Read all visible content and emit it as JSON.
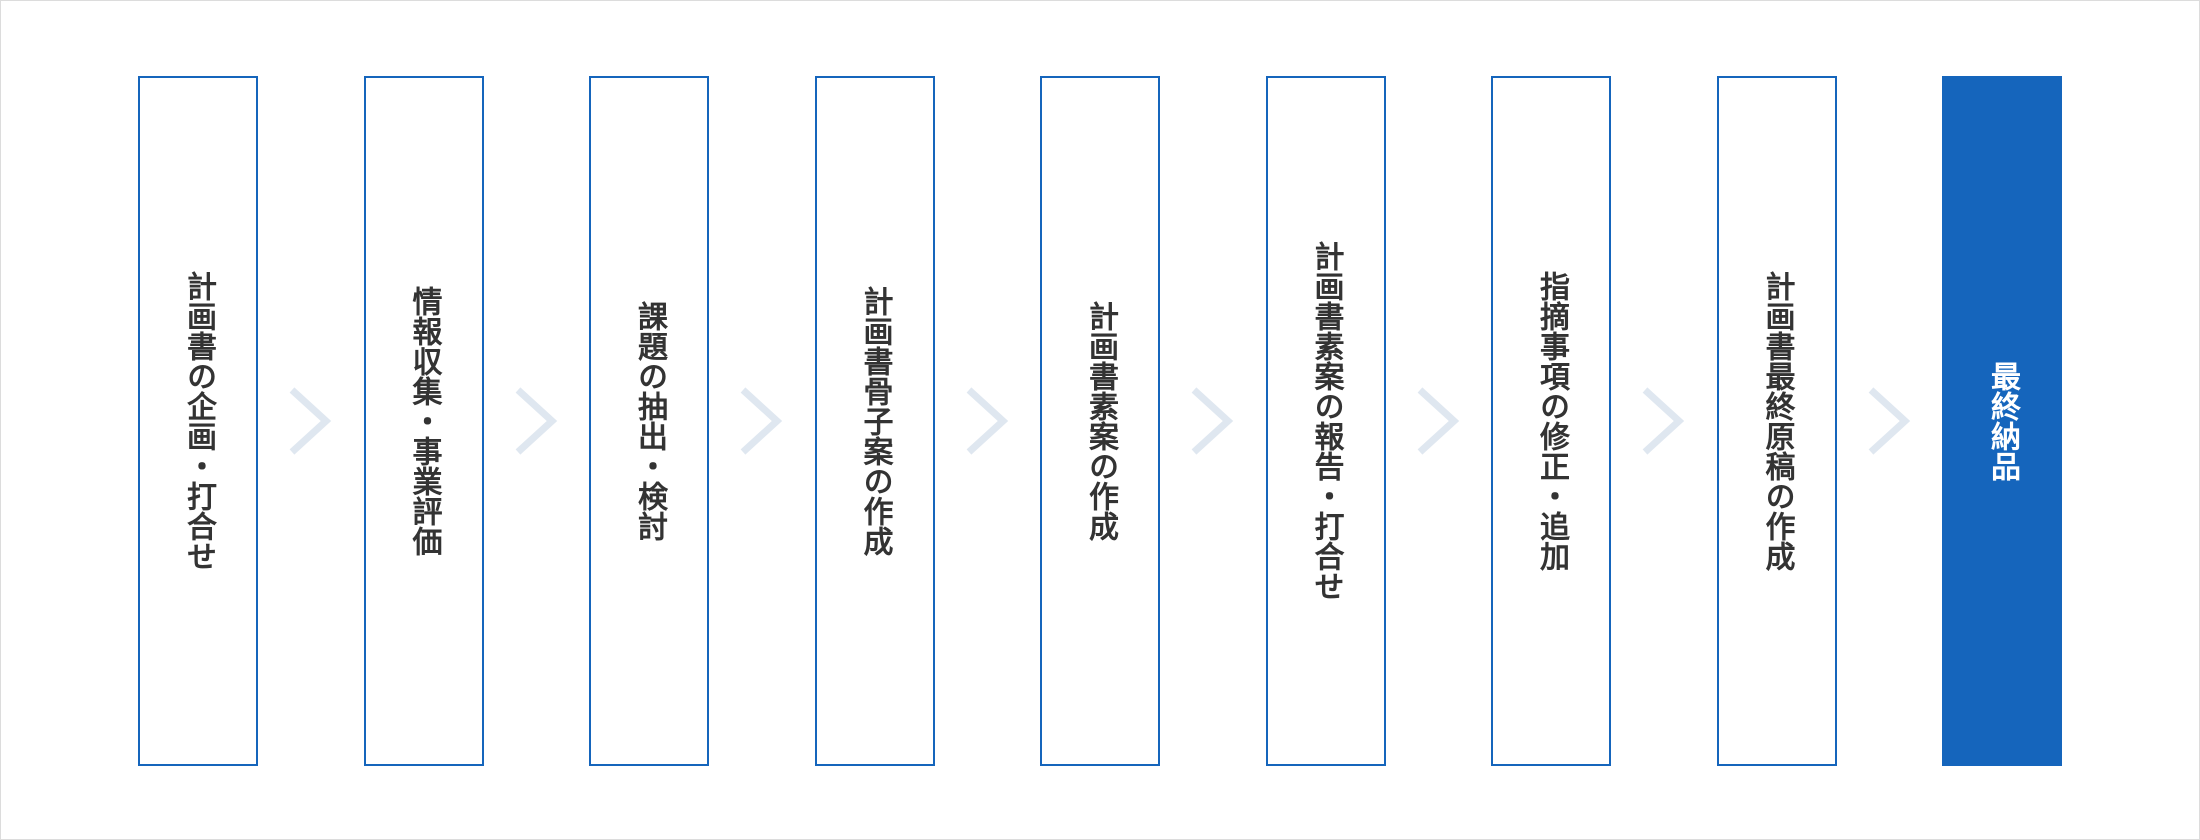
{
  "steps": [
    {
      "label": "計画書の企画・打合せ"
    },
    {
      "label": "情報収集・事業評価"
    },
    {
      "label": "課題の抽出・検討"
    },
    {
      "label": "計画書骨子案の作成"
    },
    {
      "label": "計画書素案の作成"
    },
    {
      "label": "計画書素案の報告・打合せ"
    },
    {
      "label": "指摘事項の修正・追加"
    },
    {
      "label": "計画書最終原稿の作成"
    },
    {
      "label": "最終納品"
    }
  ],
  "colors": {
    "accent": "#1565bc",
    "arrow": "#dfe7f0",
    "text": "#333333"
  }
}
